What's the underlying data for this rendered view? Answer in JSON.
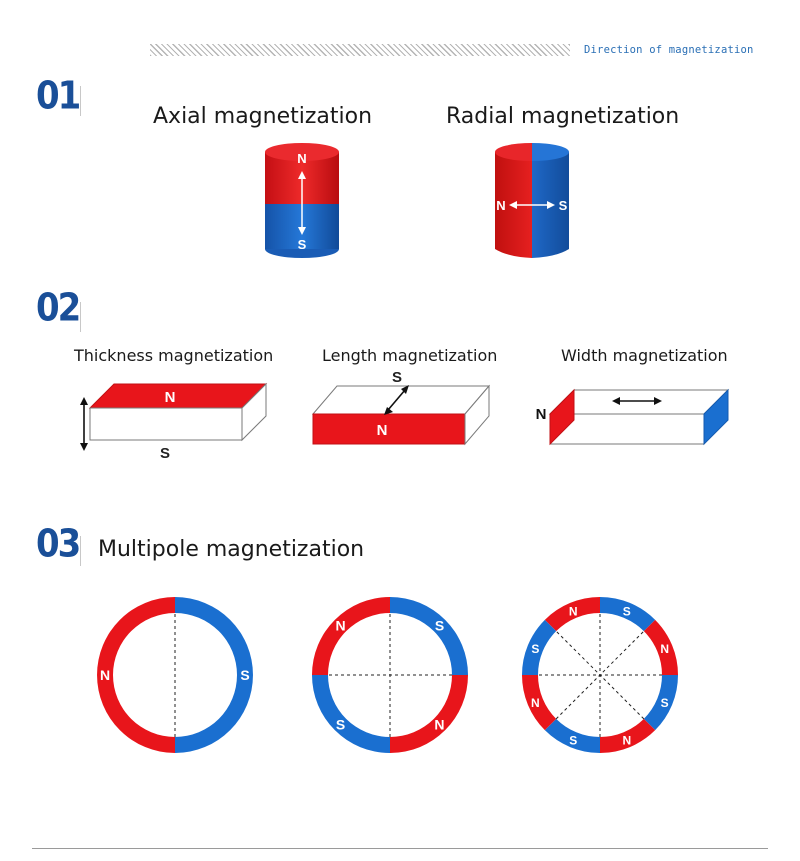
{
  "header": {
    "caption": "Direction of magnetization"
  },
  "sections": [
    {
      "number": "01",
      "items": [
        {
          "title": "Axial magnetization",
          "poles": [
            "N",
            "S"
          ]
        },
        {
          "title": "Radial magnetization",
          "poles": [
            "N",
            "S"
          ]
        }
      ]
    },
    {
      "number": "02",
      "items": [
        {
          "title": "Thickness magnetization",
          "poles": [
            "N",
            "S"
          ]
        },
        {
          "title": "Length magnetization",
          "poles": [
            "S",
            "N"
          ]
        },
        {
          "title": "Width magnetization",
          "poles": [
            "N"
          ]
        }
      ]
    },
    {
      "number": "03",
      "title": "Multipole magnetization",
      "rings": [
        {
          "poles": [
            "N",
            "S"
          ]
        },
        {
          "poles": [
            "N",
            "S",
            "N",
            "S"
          ]
        },
        {
          "poles": [
            "N",
            "S",
            "N",
            "S",
            "N",
            "S",
            "N",
            "S"
          ]
        }
      ]
    }
  ],
  "colors": {
    "north": "#e8151b",
    "south": "#1a6fd0",
    "number": "#1a4f98",
    "caption": "#2a6fb5"
  }
}
